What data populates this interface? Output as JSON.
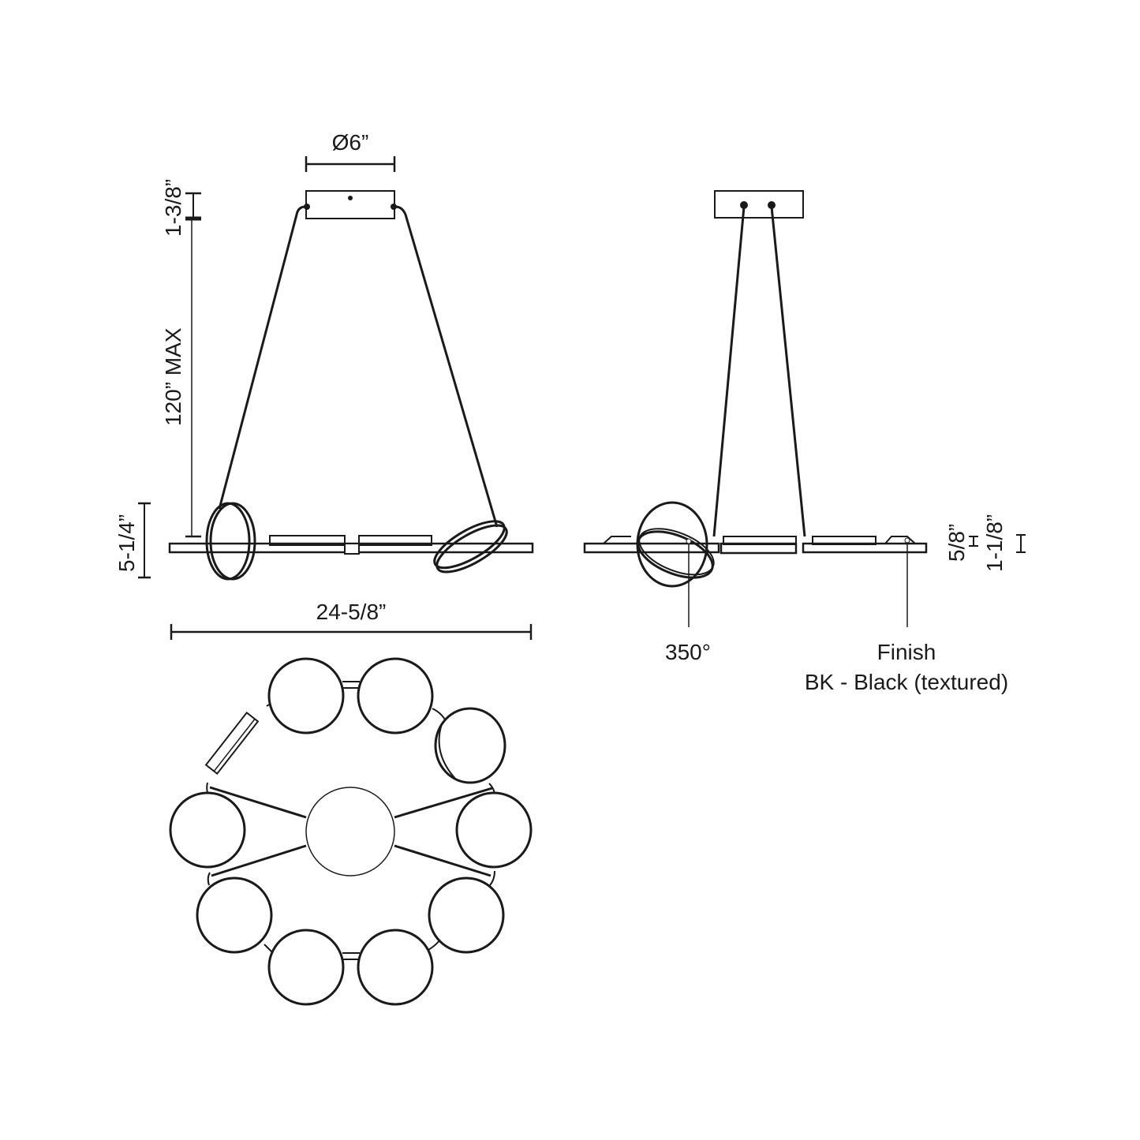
{
  "diagram": {
    "type": "technical-drawing",
    "subject": "pendant light fixture",
    "views": [
      "front-elevation",
      "side-elevation",
      "top-plan"
    ]
  },
  "front_view": {
    "canopy_diameter": "Ø6”",
    "canopy_height": "1-3/8”",
    "cable_length": "120” MAX",
    "fixture_height": "5-1/4”",
    "overall_width": "24-5/8”"
  },
  "side_view": {
    "rotation_label": "350°",
    "bar_height_small": "5/8”",
    "bar_height_large": "1-1/8”",
    "finish_title": "Finish",
    "finish_value": "BK - Black (textured)"
  },
  "plan_view": {
    "disc_count": 10,
    "center_hub": "canopy"
  },
  "colors": {
    "line": "#1a1a1a",
    "background": "#ffffff"
  }
}
